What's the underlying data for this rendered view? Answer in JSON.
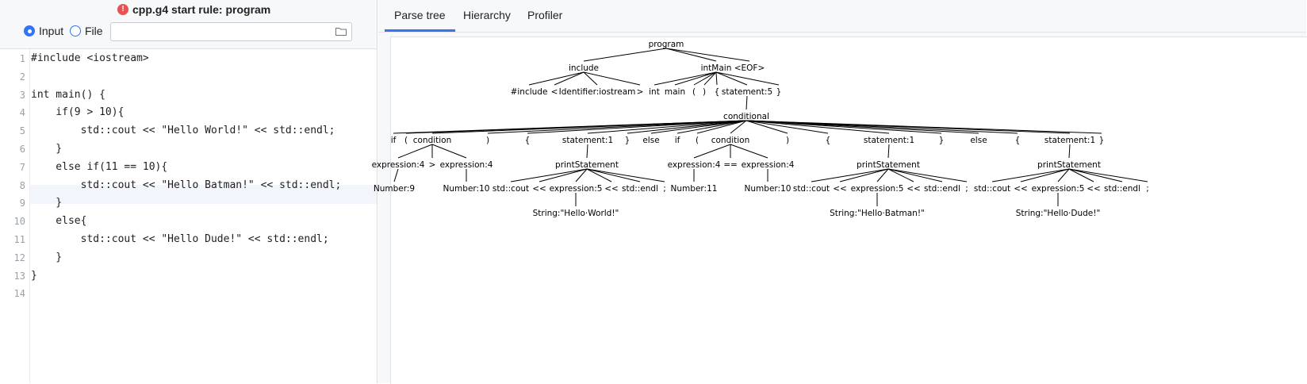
{
  "header": {
    "title": "cpp.g4 start rule: program",
    "radio_input_label": "Input",
    "radio_file_label": "File",
    "file_path_value": ""
  },
  "editor": {
    "lines": [
      {
        "num": "1",
        "text": "#include <iostream>"
      },
      {
        "num": "2",
        "text": ""
      },
      {
        "num": "3",
        "text": "int main() {"
      },
      {
        "num": "4",
        "text": "    if(9 > 10){"
      },
      {
        "num": "5",
        "text": "        std::cout << \"Hello World!\" << std::endl;"
      },
      {
        "num": "6",
        "text": "    }"
      },
      {
        "num": "7",
        "text": "    else if(11 == 10){"
      },
      {
        "num": "8",
        "text": "        std::cout << \"Hello Batman!\" << std::endl;"
      },
      {
        "num": "9",
        "text": "    }"
      },
      {
        "num": "10",
        "text": "    else{"
      },
      {
        "num": "11",
        "text": "        std::cout << \"Hello Dude!\" << std::endl;"
      },
      {
        "num": "12",
        "text": "    }"
      },
      {
        "num": "13",
        "text": "}"
      },
      {
        "num": "14",
        "text": ""
      }
    ],
    "current_line": "8"
  },
  "tabs": [
    {
      "label": "Parse tree",
      "active": true
    },
    {
      "label": "Hierarchy",
      "active": false
    },
    {
      "label": "Profiler",
      "active": false
    }
  ],
  "tree": {
    "program": "program",
    "include": "include",
    "intMain": "intMain",
    "eof": "<EOF>",
    "inc_hash": "#include",
    "inc_lt": "<",
    "inc_id": "Identifier:iostream",
    "inc_gt": ">",
    "m_int": "int",
    "m_main": "main",
    "m_lp": "(",
    "m_rp": ")",
    "m_lb": "{",
    "m_stmt": "statement:5",
    "m_rb": "}",
    "conditional": "conditional",
    "c_if1": "if",
    "c_lp1": "(",
    "c_cond1": "condition",
    "c_rp1": ")",
    "c_lb1": "{",
    "c_st1": "statement:1",
    "c_rb1": "}",
    "c_else1": "else",
    "c_if2": "if",
    "c_lp2": "(",
    "c_cond2": "condition",
    "c_rp2": ")",
    "c_lb2": "{",
    "c_st2": "statement:1",
    "c_rb2": "}",
    "c_else2": "else",
    "c_lb3": "{",
    "c_st3": "statement:1",
    "c_rb3": "}",
    "k1_e1": "expression:4",
    "k1_op": ">",
    "k1_e2": "expression:4",
    "k2_e1": "expression:4",
    "k2_op": "==",
    "k2_e2": "expression:4",
    "ps1": "printStatement",
    "ps2": "printStatement",
    "ps3": "printStatement",
    "n9": "Number:9",
    "n10a": "Number:10",
    "n11": "Number:11",
    "n10b": "Number:10",
    "p1_cout": "std::cout",
    "p1_sh1": "<<",
    "p1_expr": "expression:5",
    "p1_sh2": "<<",
    "p1_endl": "std::endl",
    "p1_semi": ";",
    "p2_cout": "std::cout",
    "p2_sh1": "<<",
    "p2_expr": "expression:5",
    "p2_sh2": "<<",
    "p2_endl": "std::endl",
    "p2_semi": ";",
    "p3_cout": "std::cout",
    "p3_sh1": "<<",
    "p3_expr": "expression:5",
    "p3_sh2": "<<",
    "p3_endl": "std::endl",
    "p3_semi": ";",
    "s1": "String:\"Hello·World!\"",
    "s2": "String:\"Hello·Batman!\"",
    "s3": "String:\"Hello·Dude!\""
  }
}
